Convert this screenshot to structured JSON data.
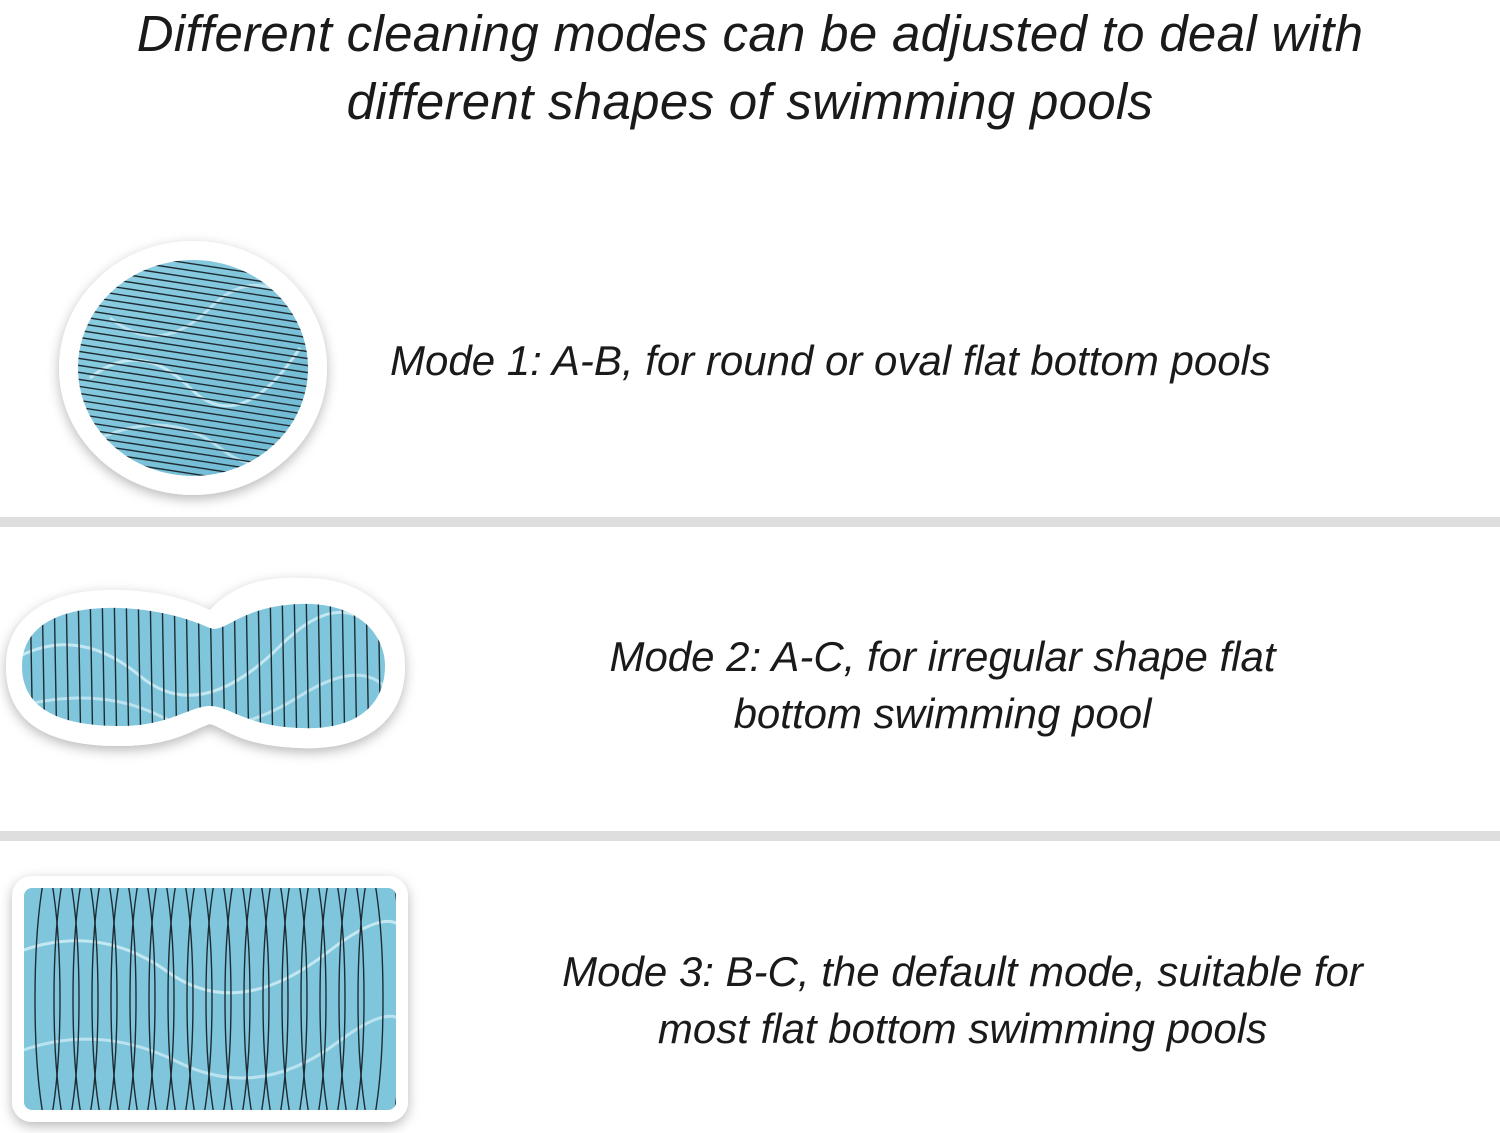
{
  "title": {
    "line1": "Different cleaning modes can be adjusted to deal with",
    "line2": "different shapes of swimming pools"
  },
  "modes": [
    {
      "line1": "Mode 1: A-B, for round or oval flat bottom pools",
      "line2": ""
    },
    {
      "line1": "Mode 2: A-C, for irregular shape flat",
      "line2": "bottom swimming pool"
    },
    {
      "line1": "Mode 3: B-C, the default mode, suitable for",
      "line2": "most flat bottom swimming pools"
    }
  ],
  "colors": {
    "water": "#7fc6dc",
    "water_light": "#b9e3ef",
    "path_line": "#1e2b33",
    "rim": "#ffffff",
    "divider": "#dedede"
  }
}
